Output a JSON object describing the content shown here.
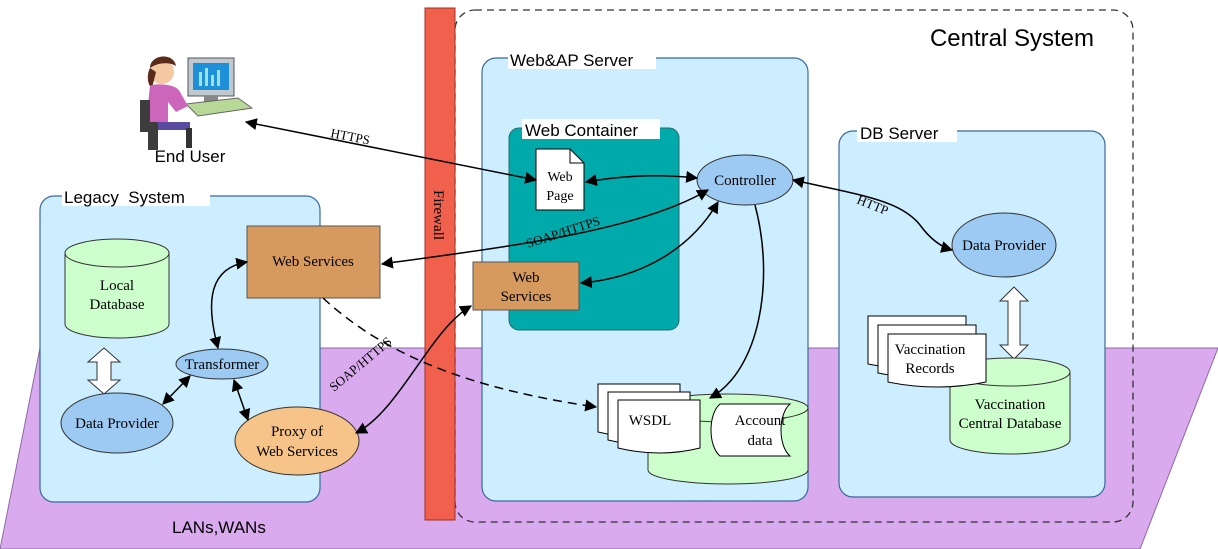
{
  "labels": {
    "central_system": "Central System",
    "web_ap_server": "Web&AP Server",
    "web_container": "Web Container",
    "db_server": "DB Server",
    "legacy_system": "Legacy  System",
    "end_user": "End User",
    "lans_wans": "LANs,WANs",
    "firewall": "Firewall"
  },
  "nodes": {
    "web_page_line1": "Web",
    "web_page_line2": "Page",
    "controller": "Controller",
    "web_services_central_line1": "Web",
    "web_services_central_line2": "Services",
    "data_provider_db": "Data Provider",
    "vaccination_records_line1": "Vaccination",
    "vaccination_records_line2": "Records",
    "vaccination_db_line1": "Vaccination",
    "vaccination_db_line2": "Central Database",
    "wsdl": "WSDL",
    "account_data_line1": "Account",
    "account_data_line2": "data",
    "local_db_line1": "Local",
    "local_db_line2": "Database",
    "web_services_legacy": "Web Services",
    "transformer": "Transformer",
    "data_provider_legacy": "Data Provider",
    "proxy_line1": "Proxy of",
    "proxy_line2": "Web Services"
  },
  "edges": {
    "https": "HTTPS",
    "http": "HTTP",
    "soap_https_upper": "SOAP/HTTPS",
    "soap_https_lower": "SOAP/HTTPS"
  },
  "colors": {
    "panel_fill": "#cceeff",
    "panel_stroke": "#3a6a9a",
    "container_fill": "#00aaaa",
    "network_fill": "#d9aaee",
    "firewall_fill": "#f0604c",
    "box_fill": "#d79a5e",
    "ellipse_fill": "#9ccaf2",
    "proxy_fill": "#f6c489",
    "cylinder_fill": "#ccffcc"
  }
}
